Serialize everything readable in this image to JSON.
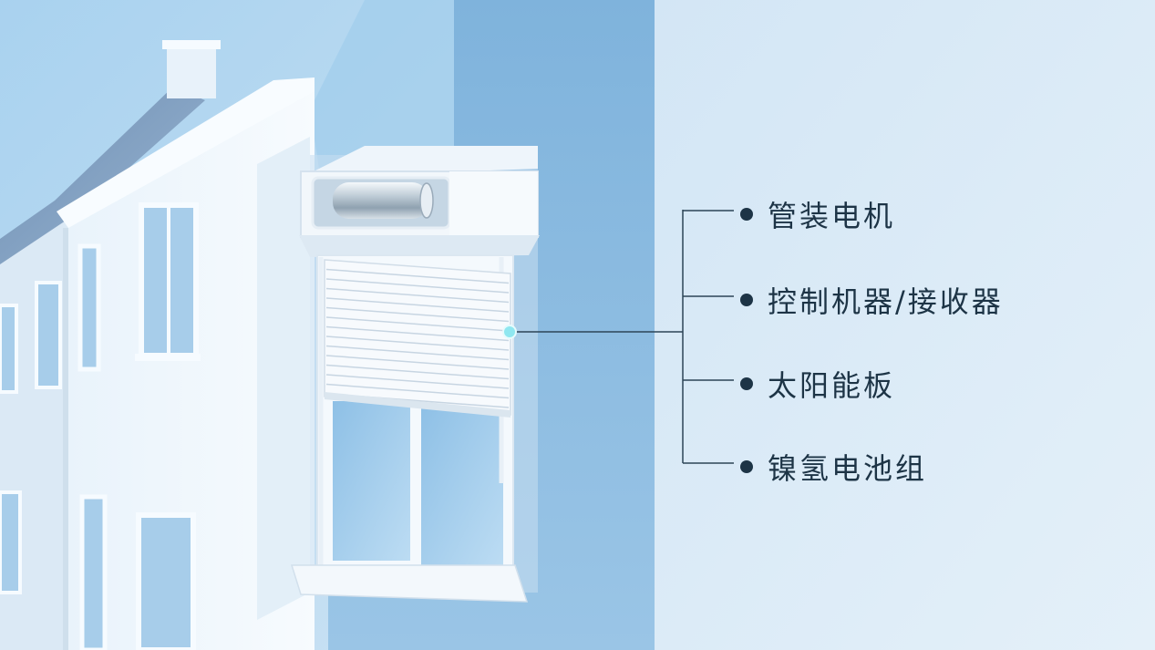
{
  "callout": {
    "items": [
      {
        "label": "管装电机"
      },
      {
        "label": "控制机器/接收器"
      },
      {
        "label": "太阳能板"
      },
      {
        "label": "镍氢电池组"
      }
    ]
  },
  "colors": {
    "sky": "#9fcbea",
    "right_panel": "#dcebf7",
    "wall_blue": "#86b8df",
    "text": "#1d3446",
    "marker": "#7fe3ee"
  }
}
